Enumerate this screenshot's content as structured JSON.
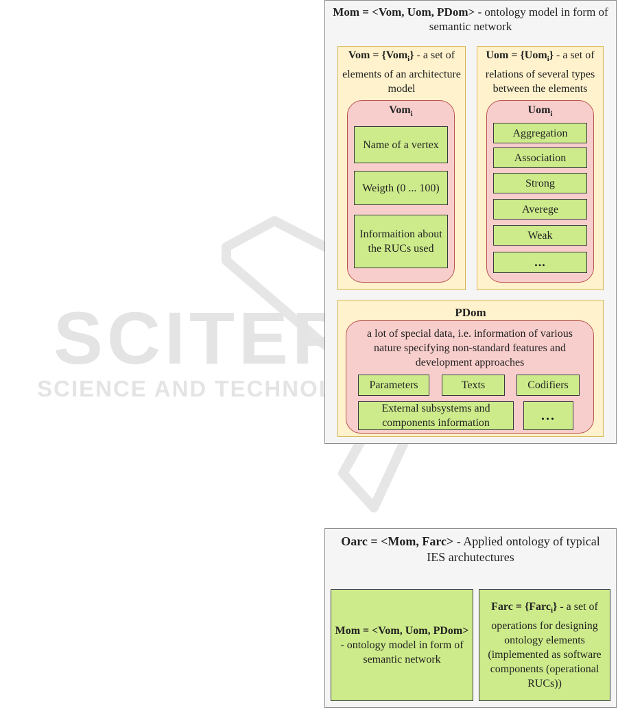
{
  "watermark": {
    "main": "SCITEPRESS",
    "sub": "SCIENCE AND TECHNOLOGY PUBLICATIONS"
  },
  "mom": {
    "title_bold": "Mom = <Vom, Uom, PDom>",
    "title_rest": " - ontology model in form of semantic network",
    "vom": {
      "title_bold": "Vom = {Vom",
      "title_sub": "i",
      "title_bold_end": "}",
      "title_rest": " - a set of elements of an architecture model",
      "inner_title": "Vom",
      "inner_sub": "i",
      "items": [
        "Name of a vertex",
        "Weigth (0 ... 100)",
        "Informaition about the RUCs used"
      ]
    },
    "uom": {
      "title_bold": "Uom = {Uom",
      "title_sub": "i",
      "title_bold_end": "}",
      "title_rest": " - a set of relations of several types between the elements",
      "inner_title": "Uom",
      "inner_sub": "i",
      "items": [
        "Aggregation",
        "Association",
        "Strong",
        "Averege",
        "Weak",
        "..."
      ]
    },
    "pdom": {
      "title": "PDom",
      "description": "a lot of special data, i.e. information of various nature specifying non-standard features and development approaches",
      "items": [
        "Parameters",
        "Texts",
        "Codifiers",
        "External subsystems and components information",
        "..."
      ]
    }
  },
  "oarc": {
    "title_bold": "Oarc = <Mom, Farc>",
    "title_rest": " - Applied ontology of typical IES archutectures",
    "mom_bold": "Mom = <Vom, Uom, PDom>",
    "mom_rest": " - ontology model in form of semantic network",
    "farc_bold": "Farc = {Farc",
    "farc_sub": "i",
    "farc_bold_end": "}",
    "farc_rest": " - a set of operations for designing ontology elements (implemented as software components (operational RUCs))"
  }
}
